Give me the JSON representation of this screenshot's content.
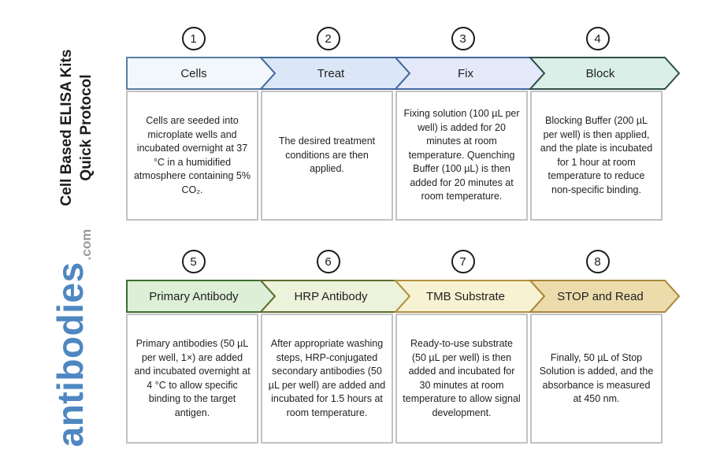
{
  "sidebar": {
    "title_line1": "Cell Based ELISA Kits",
    "title_line2": "Quick Protocol",
    "logo_text": "antibodies",
    "logo_suffix": ".com",
    "logo_color": "#4e87c1",
    "logo_suffix_color": "#9b9b9b",
    "title_color": "#1c1c1c"
  },
  "steps": [
    {
      "number": "1",
      "label": "Cells",
      "description": "Cells are seeded into microplate wells and incubated overnight at 37 °C in a humidified atmosphere containing 5% CO₂.",
      "fill": "#f2f7fb",
      "stroke": "#597da0"
    },
    {
      "number": "2",
      "label": "Treat",
      "description": "The desired treatment conditions are then applied.",
      "fill": "#dbe7f7",
      "stroke": "#436a9d"
    },
    {
      "number": "3",
      "label": "Fix",
      "description": "Fixing solution (100 µL per well) is added for 20 minutes at room temperature. Quenching Buffer (100 µL) is then added for 20 minutes at room temperature.",
      "fill": "#e3e9f8",
      "stroke": "#436a9d"
    },
    {
      "number": "4",
      "label": "Block",
      "description": "Blocking Buffer (200 µL per well) is then applied, and the plate is incubated for 1 hour at room temperature to reduce non-specific binding.",
      "fill": "#d9efe8",
      "stroke": "#2f4f49"
    },
    {
      "number": "5",
      "label": "Primary Antibody",
      "description": "Primary antibodies (50 µL per well, 1×) are added and incubated overnight at 4 °C to allow specific binding to the target antigen.",
      "fill": "#ddefd7",
      "stroke": "#3c6d31"
    },
    {
      "number": "6",
      "label": "HRP Antibody",
      "description": "After appropriate washing steps, HRP-conjugated secondary antibodies (50 µL per well) are added and incubated for 1.5 hours at room temperature.",
      "fill": "#edf2da",
      "stroke": "#5f6b30"
    },
    {
      "number": "7",
      "label": "TMB Substrate",
      "description": "Ready-to-use substrate (50 µL per well) is then added and incubated for 30 minutes at room temperature to allow signal development.",
      "fill": "#f7f2d2",
      "stroke": "#b2913f"
    },
    {
      "number": "8",
      "label": "STOP and Read",
      "description": "Finally, 50 µL of Stop Solution is added, and the absorbance is measured at 450 nm.",
      "fill": "#ecdcab",
      "stroke": "#a8873b"
    }
  ]
}
